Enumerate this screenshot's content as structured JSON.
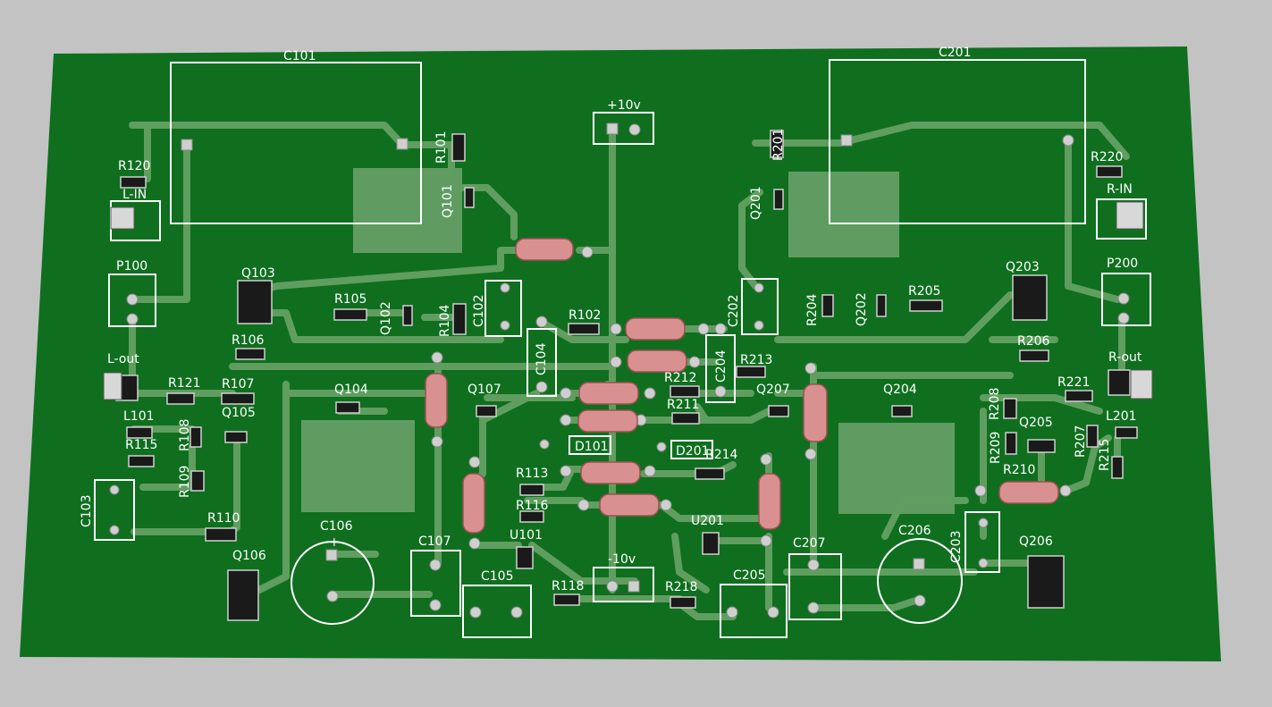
{
  "colors": {
    "background": "#c3c3c3",
    "board": "#0f6f1f",
    "trace": "#5f9e5f",
    "silkscreen": "#ffffff",
    "pad": "#c9c9c9",
    "resistor_body": "#d99090",
    "smd_body": "#1a1a1a"
  },
  "labels": {
    "C101": "C101",
    "C201": "C201",
    "R101": "R101",
    "Q101": "Q101",
    "R201": "R201",
    "Q201": "Q201",
    "R120": "R120",
    "L_IN": "L-IN",
    "R220": "R220",
    "R_IN": "R-IN",
    "P100": "P100",
    "P200": "P200",
    "Q103": "Q103",
    "Q203": "Q203",
    "R105": "R105",
    "Q102": "Q102",
    "R104": "R104",
    "C102": "C102",
    "R204": "R204",
    "Q202": "Q202",
    "R205": "R205",
    "C202": "C202",
    "R106": "R106",
    "R206": "R206",
    "R102": "R102",
    "C104": "C104",
    "C204": "C204",
    "L_out": "L-out",
    "R_out": "R-out",
    "R121": "R121",
    "R107": "R107",
    "R213": "R213",
    "R212": "R212",
    "R211": "R211",
    "R221": "R221",
    "Q104": "Q104",
    "Q107": "Q107",
    "Q207": "Q207",
    "Q204": "Q204",
    "L101": "L101",
    "L201": "L201",
    "Q105": "Q105",
    "Q205": "Q205",
    "R108": "R108",
    "R208": "R208",
    "R115": "R115",
    "R215": "R215",
    "R207": "R207",
    "R209": "R209",
    "D101": "D101",
    "D201": "D201",
    "R214": "R214",
    "R113": "R113",
    "R116": "R116",
    "R210": "R210",
    "R109": "R109",
    "C103": "C103",
    "C203": "C203",
    "R110": "R110",
    "C106": "C106",
    "C206": "C206",
    "C107": "C107",
    "C207": "C207",
    "U101": "U101",
    "U201": "U201",
    "C105": "C105",
    "C205": "C205",
    "Q106": "Q106",
    "Q206": "Q206",
    "R118": "R118",
    "R218": "R218",
    "plus10v": "+10v",
    "minus10v": "-10v",
    "plus_mark": "+"
  }
}
